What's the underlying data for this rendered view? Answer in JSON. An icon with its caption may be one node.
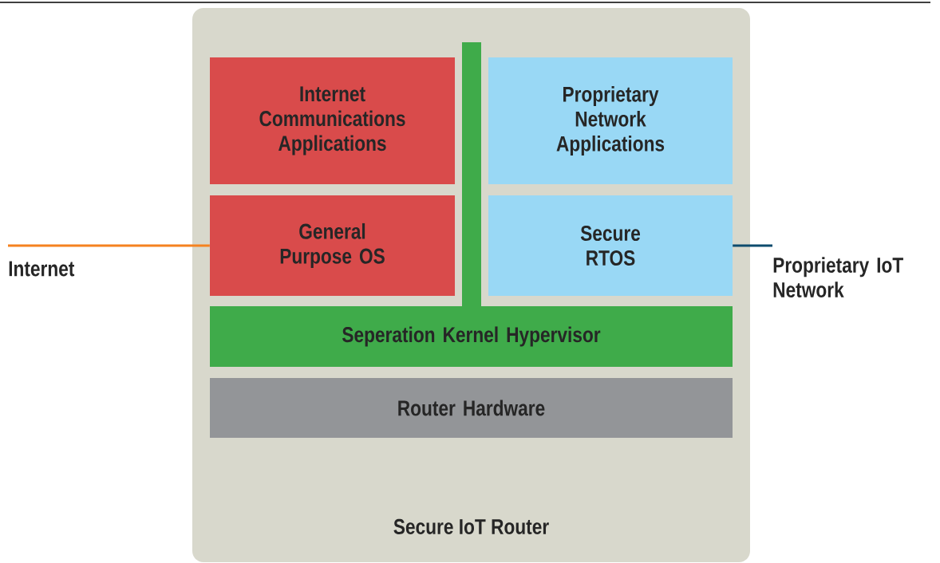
{
  "diagram": {
    "nodes": [
      {
        "text": [
          "Secure IoT Router"
        ]
      },
      {
        "text": [
          "Internet Communications Applications"
        ],
        "in": 0
      },
      {
        "text": [
          "General Purpose OS"
        ],
        "in": 0
      },
      {
        "text": [
          "Proprietary Network Applications"
        ],
        "in": 0
      },
      {
        "text": [
          "Secure RTOS"
        ],
        "in": 0
      },
      {
        "text": [
          "Seperation Kernel Hypervisor"
        ],
        "in": 0
      },
      {
        "text": [
          "Router Hardware"
        ],
        "in": 0
      },
      {
        "text": [
          "Internet"
        ]
      },
      {
        "text": [
          "Proprietary IoT Network"
        ]
      },
      {
        "text": [],
        "shape": "bar",
        "in": 0
      }
    ],
    "edges": [
      {
        "from": 7,
        "to": 2,
        "arrow": "none",
        "color": "#f58220"
      },
      {
        "from": 4,
        "to": 8,
        "arrow": "none",
        "color": "#0e4c6e"
      }
    ]
  }
}
